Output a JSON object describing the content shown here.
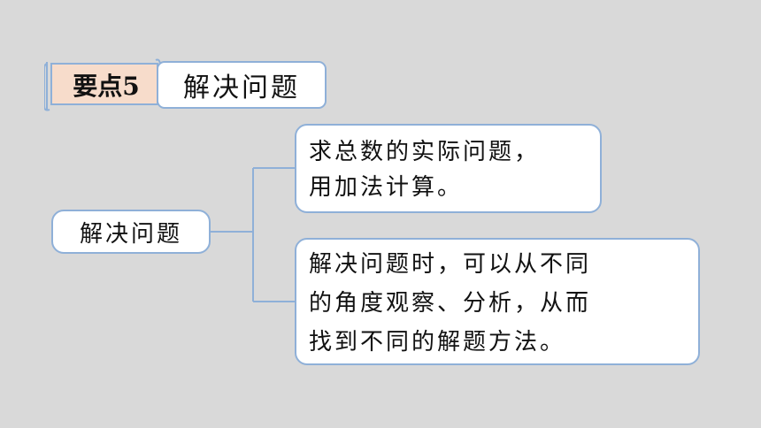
{
  "banner": {
    "tag": "要点5",
    "title": "解决问题"
  },
  "root": {
    "label": "解决问题"
  },
  "branches": [
    {
      "lines": [
        "求总数的实际问题，",
        "用加法计算。"
      ]
    },
    {
      "lines": [
        "解决问题时，可以从不同",
        "的角度观察、分析，从而",
        "找到不同的解题方法。"
      ]
    }
  ],
  "colors": {
    "background": "#d9d9d9",
    "border": "#8fb0d8",
    "tag_fill": "#f7dccb",
    "title_fill": "#ffffff"
  }
}
